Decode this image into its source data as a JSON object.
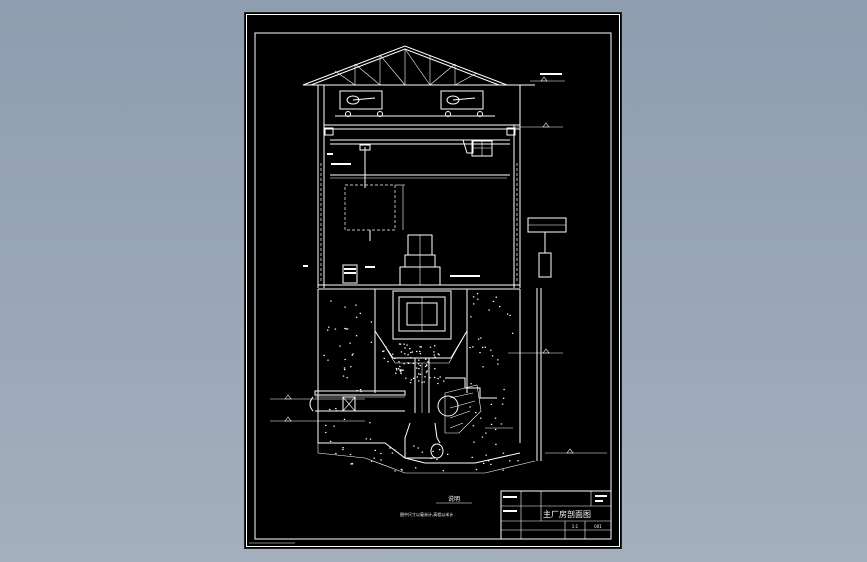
{
  "drawing": {
    "title": "主厂房剖面图",
    "scale": "1:1",
    "dwg_no": "001",
    "note_heading": "说明",
    "note_line": "图中尺寸以毫米计,高程以米计"
  },
  "colors": {
    "background": "#000000",
    "lines": "#ffffff",
    "viewport_top": "#8f9db0"
  }
}
